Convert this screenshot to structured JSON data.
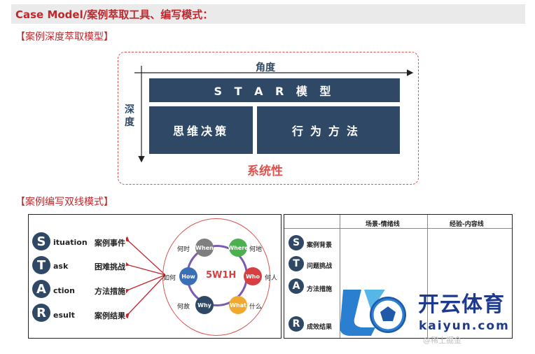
{
  "header": {
    "title": "Case Model/案例萃取工具、编写模式："
  },
  "section1": {
    "title": "【案例深度萃取模型】",
    "axis_angle": "角度",
    "axis_depth": "深度",
    "star_bar": "S T A R 模 型",
    "left_block": "思维决策",
    "right_block": "行为方法",
    "footer": "系统性"
  },
  "section2": {
    "title": "【案例编写双线模式】"
  },
  "left_panel": {
    "rows": [
      {
        "letter": "S",
        "word": "ituation",
        "case": "案例事件"
      },
      {
        "letter": "T",
        "word": "ask",
        "case": "困难挑战"
      },
      {
        "letter": "A",
        "word": "ction",
        "case": "方法措施"
      },
      {
        "letter": "R",
        "word": "esult",
        "case": "案例结果"
      }
    ],
    "center": "5W1H",
    "wheel": [
      {
        "en": "When",
        "cn": "何时"
      },
      {
        "en": "Where",
        "cn": "何地"
      },
      {
        "en": "Who",
        "cn": "何人"
      },
      {
        "en": "What",
        "cn": "什么"
      },
      {
        "en": "Why",
        "cn": "何故"
      },
      {
        "en": "How",
        "cn": "如何"
      }
    ]
  },
  "right_panel": {
    "col1": "场景-情绪线",
    "col2": "经验-内容线",
    "rows": [
      {
        "letter": "S",
        "text": "案例背景"
      },
      {
        "letter": "T",
        "text": "问题挑战"
      },
      {
        "letter": "A",
        "text": "方法措施"
      },
      {
        "letter": "R",
        "text": "成效结果"
      }
    ]
  },
  "watermark": {
    "brand_cn": "开云体育",
    "brand_en": "kaiyun.com",
    "footer": "@稀土掘金"
  },
  "colors": {
    "navy": "#2f4865",
    "red": "#c0282d",
    "accent_red": "#d9534f",
    "brand_blue": "#1e3a8c",
    "wheel_green": "#4caf50",
    "wheel_orange": "#f0a830",
    "wheel_red": "#d64040",
    "wheel_blue": "#3a6fb5",
    "wheel_purple": "#7a5bb0"
  }
}
